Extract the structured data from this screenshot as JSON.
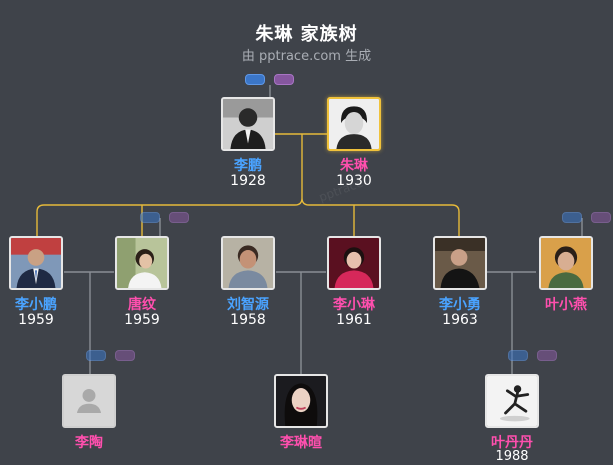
{
  "header": {
    "title": "朱琳 家族树",
    "subtitle": "由 pptrace.com 生成"
  },
  "watermark": "pptrace",
  "people": {
    "lipeng": {
      "name": "李鹏",
      "year": "1928"
    },
    "zhulin": {
      "name": "朱琳",
      "year": "1930"
    },
    "lixiaopeng": {
      "name": "李小鹏",
      "year": "1959"
    },
    "tangwen": {
      "name": "唐纹",
      "year": "1959"
    },
    "liuzhiyuan": {
      "name": "刘智源",
      "year": "1958"
    },
    "lixiaolin": {
      "name": "李小琳",
      "year": "1961"
    },
    "lixiaoyong": {
      "name": "李小勇",
      "year": "1963"
    },
    "yexiaoyan": {
      "name": "叶小燕"
    },
    "litao": {
      "name": "李陶"
    },
    "lilinxuan": {
      "name": "李琳暄"
    },
    "yedandan": {
      "name": "叶丹丹",
      "year": "1988"
    }
  },
  "colors": {
    "background": "#3f434a",
    "male_name": "#4aa3ff",
    "female_name": "#ff4fae",
    "main_line": "#e5b93a",
    "link_line": "#8a8e95",
    "focus_border": "#f0c23b",
    "pill_blue": "#3b76c8",
    "pill_purple": "#86579f"
  }
}
